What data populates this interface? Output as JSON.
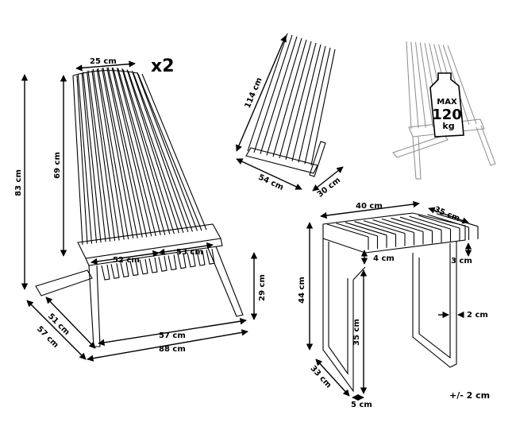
{
  "multiplier": "x2",
  "tolerance": "+/- 2 cm",
  "max_load": {
    "line1": "MAX",
    "line2": "120",
    "line3": "kg"
  },
  "chair_dimensions": {
    "seat_top_width": "25 cm",
    "total_height": "83 cm",
    "back_height": "69 cm",
    "seat_width_front": "52 cm",
    "seat_width_rear": "53 cm",
    "seat_height": "29 cm",
    "base_length": "57 cm",
    "total_length": "88 cm",
    "inner_width": "51 cm",
    "outer_width": "57 cm"
  },
  "folded_dimensions": {
    "length": "114 cm",
    "width": "54 cm",
    "depth": "30 cm"
  },
  "table_dimensions": {
    "top_width": "40 cm",
    "top_depth": "35 cm",
    "height": "44 cm",
    "top_thickness": "4 cm",
    "slat_thickness": "3 cm",
    "leg_height": "35 cm",
    "leg_width": "2 cm",
    "depth": "33 cm",
    "foot_width": "5 cm"
  }
}
